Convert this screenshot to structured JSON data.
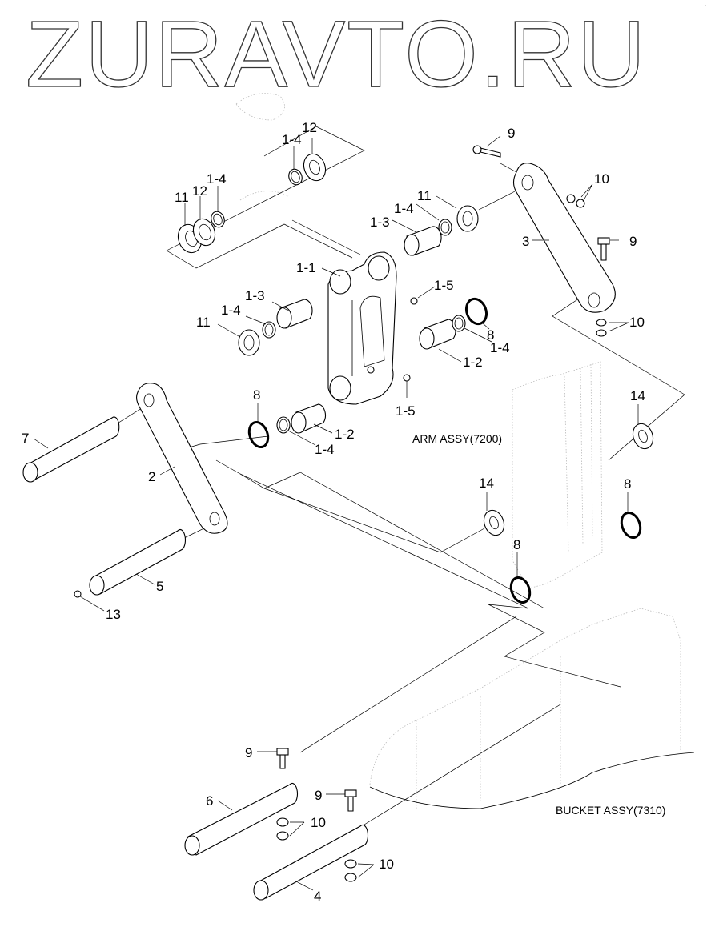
{
  "watermark": "ZURAVTO.RU",
  "corner_mark": "·.. .",
  "assemblies": {
    "arm": "ARM ASSY(7200)",
    "bucket": "BUCKET ASSY(7310)"
  },
  "callouts": {
    "c_12_top": "12",
    "c_14_top": "1-4",
    "c_11_left": "11",
    "c_12_left": "12",
    "c_14_left": "1-4",
    "c_9_top": "9",
    "c_10_top": "10",
    "c_11_mid": "11",
    "c_14_mid": "1-4",
    "c_13_mid": "1-3",
    "c_3": "3",
    "c_9_right": "9",
    "c_10_right": "10",
    "c_11_link": "1-1",
    "c_15_upper": "1-5",
    "c_13_left": "1-3",
    "c_14_left2": "1-4",
    "c_11_left2": "11",
    "c_8_right": "8",
    "c_14_right": "1-4",
    "c_12_right": "1-2",
    "c_15_lower": "1-5",
    "c_8_left": "8",
    "c_14_bottom": "1-4",
    "c_12_bottom": "1-2",
    "c_7": "7",
    "c_2": "2",
    "c_5": "5",
    "c_13": "13",
    "c_14_washer_a": "14",
    "c_14_washer_b": "14",
    "c_8_a": "8",
    "c_8_b": "8",
    "c_9_pin6": "9",
    "c_6": "6",
    "c_10_pin6": "10",
    "c_9_pin4": "9",
    "c_10_pin4": "10",
    "c_4": "4"
  }
}
